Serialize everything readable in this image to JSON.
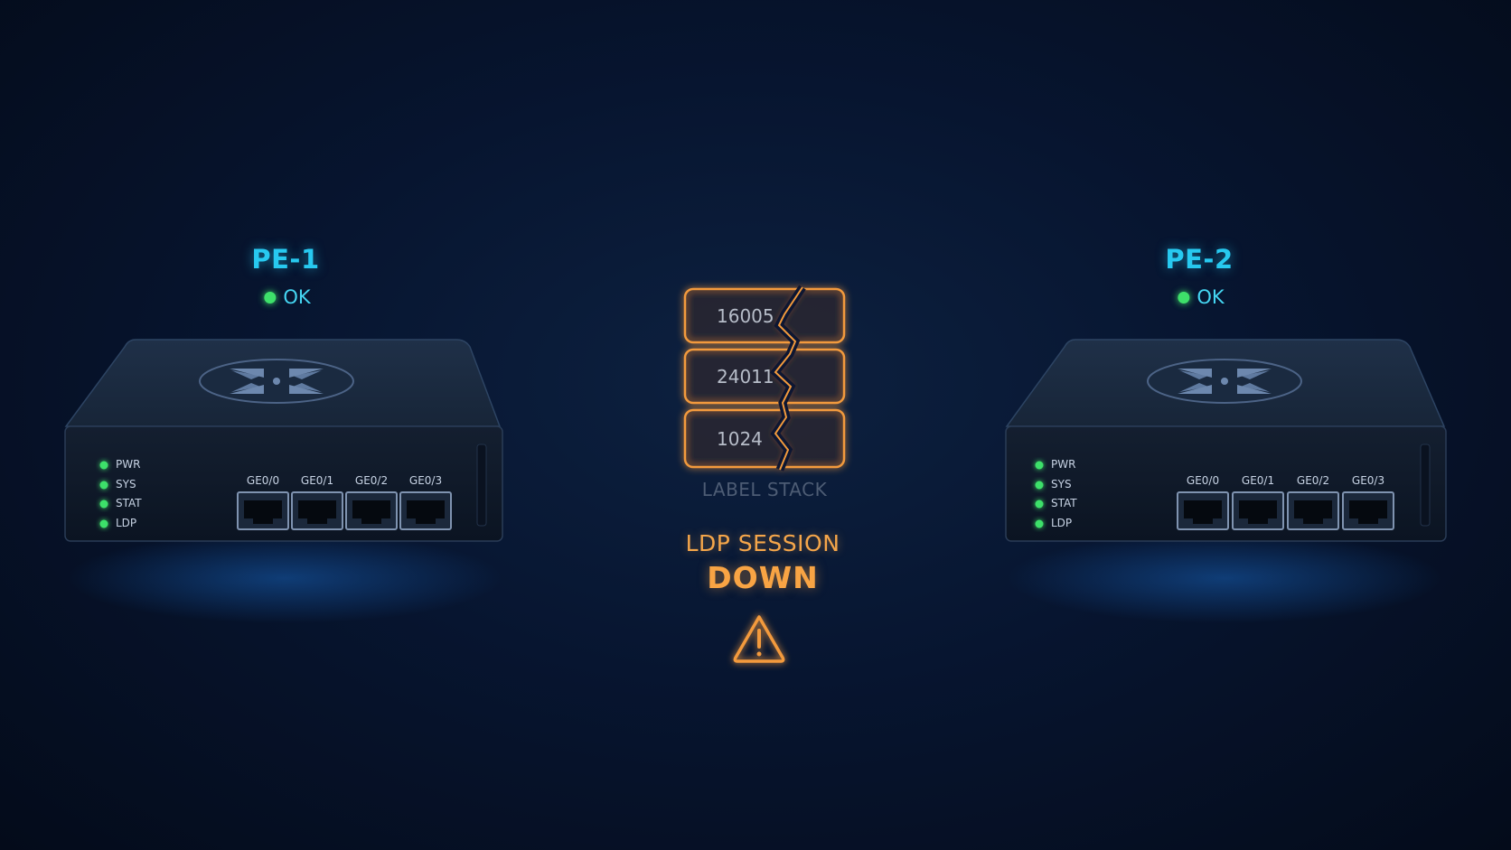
{
  "routers": [
    {
      "name": "PE-1",
      "status": "OK",
      "leds": [
        "PWR",
        "SYS",
        "STAT",
        "LDP"
      ],
      "ports": [
        "GE0/0",
        "GE0/1",
        "GE0/2",
        "GE0/3"
      ]
    },
    {
      "name": "PE-2",
      "status": "OK",
      "leds": [
        "PWR",
        "SYS",
        "STAT",
        "LDP"
      ],
      "ports": [
        "GE0/0",
        "GE0/1",
        "GE0/2",
        "GE0/3"
      ]
    }
  ],
  "label_stack": {
    "labels": [
      "16005",
      "24011",
      "1024"
    ],
    "caption": "LABEL STACK"
  },
  "alert": {
    "line1": "LDP SESSION",
    "line2": "DOWN",
    "icon": "warning-triangle-icon"
  },
  "colors": {
    "link_ok": "#1fb8f0",
    "link_broken": "#f39a3c",
    "status_ok": "#3ee06a",
    "accent": "#27c9f0"
  }
}
